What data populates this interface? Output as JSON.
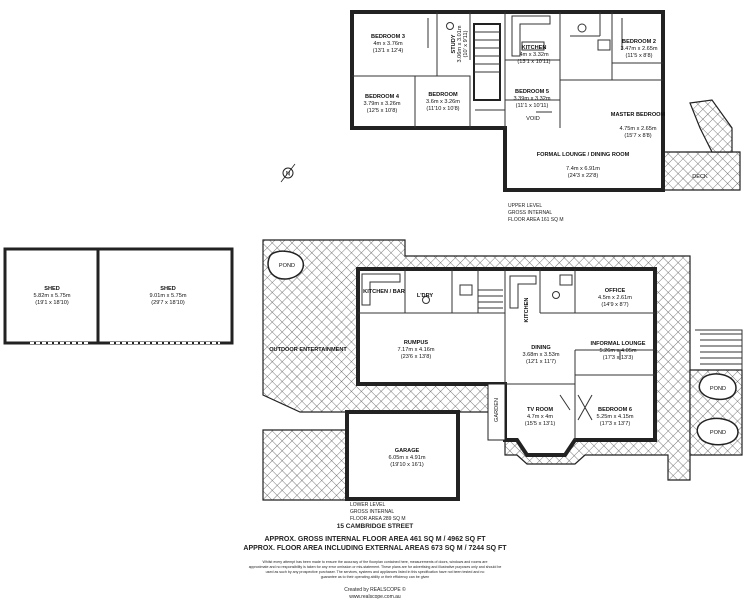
{
  "upper_level": {
    "rooms": [
      {
        "id": "bedroom3",
        "name": "BEDROOM 3",
        "dim": "4m x 3.76m",
        "imp": "(13'1 x 12'4)"
      },
      {
        "id": "study",
        "name": "STUDY",
        "dim": "3.06m x 3.01m",
        "imp": "(10' x 9'11)"
      },
      {
        "id": "kitchen_up",
        "name": "KITCHEN",
        "dim": "4m x 3.32m",
        "imp": "(13'1 x 10'11)"
      },
      {
        "id": "bedroom2",
        "name": "BEDROOM 2",
        "dim": "3.47m x 2.65m",
        "imp": "(11'5 x 8'8)"
      },
      {
        "id": "bedroom4",
        "name": "BEDROOM 4",
        "dim": "3.79m x 3.26m",
        "imp": "(12'5 x 10'8)"
      },
      {
        "id": "bedroom",
        "name": "BEDROOM",
        "dim": "3.6m x 3.26m",
        "imp": "(11'10 x 10'8)"
      },
      {
        "id": "bedroom5",
        "name": "BEDROOM 5",
        "dim": "3.39m x 3.32m",
        "imp": "(11'1 x 10'11)"
      },
      {
        "id": "master",
        "name": "MASTER BEDROOM",
        "dim": "4.75m x 2.65m",
        "imp": "(15'7 x 8'8)"
      },
      {
        "id": "formal",
        "name": "FORMAL LOUNGE / DINING ROOM",
        "dim": "7.4m x 6.91m",
        "imp": "(24'3 x 22'8)"
      }
    ],
    "void_label": "VOID",
    "deck_label": "DECK",
    "caption": [
      "UPPER LEVEL",
      "GROSS INTERNAL",
      "FLOOR AREA 161 SQ M"
    ]
  },
  "sheds": [
    {
      "name": "SHED",
      "dim": "5.82m x 5.75m",
      "imp": "(19'1 x 18'10)"
    },
    {
      "name": "SHED",
      "dim": "9.01m x 5.75m",
      "imp": "(29'7 x 18'10)"
    }
  ],
  "lower_level": {
    "rooms": [
      {
        "id": "kitchen_bar",
        "name": "KITCHEN / BAR"
      },
      {
        "id": "ldry",
        "name": "L'DRY"
      },
      {
        "id": "kitchen_low",
        "name": "KITCHEN"
      },
      {
        "id": "office",
        "name": "OFFICE",
        "dim": "4.5m x 2.61m",
        "imp": "(14'9 x 8'7)"
      },
      {
        "id": "rumpus",
        "name": "RUMPUS",
        "dim": "7.17m x 4.16m",
        "imp": "(23'6 x 13'8)"
      },
      {
        "id": "informal",
        "name": "INFORMAL LOUNGE",
        "dim": "5.26m x 4.05m",
        "imp": "(17'3 x 13'3)"
      },
      {
        "id": "dining",
        "name": "DINING",
        "dim": "3.68m x 3.53m",
        "imp": "(12'1 x 11'7)"
      },
      {
        "id": "outdoor",
        "name": "OUTDOOR ENTERTAINMENT"
      },
      {
        "id": "tvroom",
        "name": "TV ROOM",
        "dim": "4.7m x 4m",
        "imp": "(15'5 x 13'1)"
      },
      {
        "id": "bedroom6",
        "name": "BEDROOM 6",
        "dim": "5.25m x 4.15m",
        "imp": "(17'3 x 13'7)"
      },
      {
        "id": "garage",
        "name": "GARAGE",
        "dim": "6.05m x 4.91m",
        "imp": "(19'10 x 16'1)"
      }
    ],
    "pond_labels": [
      "POND",
      "POND",
      "POND"
    ],
    "garden_label": "GARDEN",
    "caption": [
      "LOWER LEVEL",
      "GROSS INTERNAL",
      "FLOOR AREA 289 SQ M"
    ]
  },
  "footer": {
    "address": "15 CAMBRIDGE STREET",
    "area1": "APPROX. GROSS INTERNAL FLOOR AREA 461 SQ M / 4962 SQ FT",
    "area2": "APPROX. FLOOR AREA INCLUDING EXTERNAL AREAS 673 SQ M / 7244 SQ FT",
    "disclaimer": [
      "Whilst every attempt has been made to ensure the accuracy of the floorplan contained here, measurements of doors, windows and rooms are",
      "approximate and no responsibility is taken for any error omission or mis-statement. These plans are for advertising and illustrative purposes only and should be",
      "used as such by any prospective purchaser. The services, systems and appliances listed in this specification have not been tested and no",
      "guarantee as to their operating ability or their efficiency can be given"
    ],
    "created_by": "Created by REALSCOPE ©",
    "website": "www.realscope.com.au"
  },
  "compass_letter": "N"
}
